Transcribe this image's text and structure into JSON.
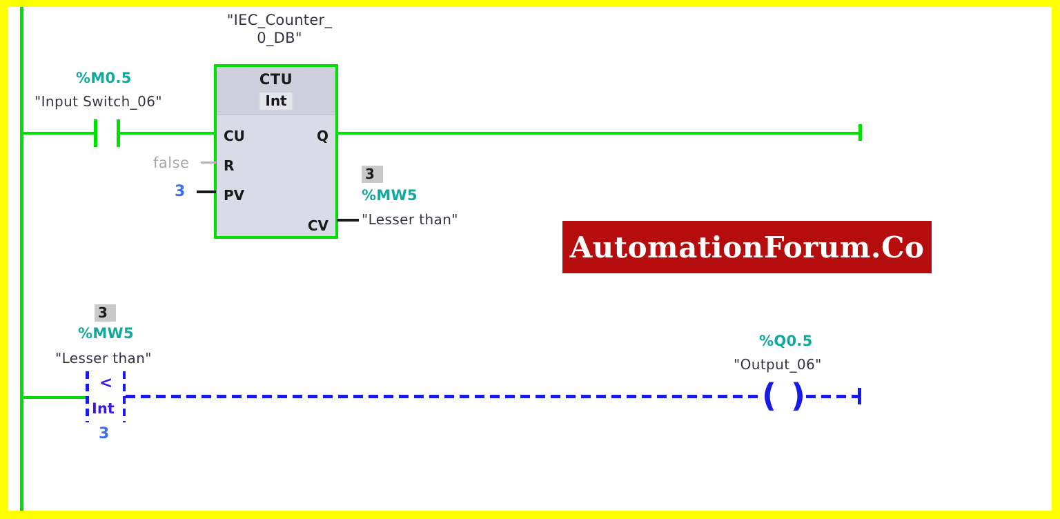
{
  "meta": {
    "title": "PLC Ladder Logic - CTU Counter with Compare",
    "frame_color": "#ffff00",
    "rail_color": "#00e000",
    "energized_color": "#00e000",
    "deenergized_color": "#1a1ae6",
    "address_color": "#13a89e",
    "watermark_color": "#b50d0d"
  },
  "watermark": {
    "text": "AutomationForum.Co"
  },
  "rung1": {
    "contact": {
      "address": "%M0.5",
      "symbol": "\"Input Switch_06\"",
      "type": "normally-open",
      "state": "energized"
    },
    "block": {
      "instance_name": "\"IEC_Counter_\n0_DB\"",
      "instance_line1": "\"IEC_Counter_",
      "instance_line2": "0_DB\"",
      "title": "CTU",
      "data_type": "Int",
      "inputs": [
        {
          "pin": "CU",
          "value": "",
          "wire": "green"
        },
        {
          "pin": "R",
          "value": "false",
          "wire": "gray"
        },
        {
          "pin": "PV",
          "value": "3",
          "wire": "black"
        }
      ],
      "outputs": [
        {
          "pin": "Q",
          "value": "",
          "wire": "green"
        },
        {
          "pin": "CV",
          "value": "",
          "wire": "black"
        }
      ]
    },
    "cv_output": {
      "monitor_value": "3",
      "address": "%MW5",
      "symbol": "\"Lesser than\""
    }
  },
  "rung2": {
    "compare": {
      "monitor_value": "3",
      "address": "%MW5",
      "symbol": "\"Lesser than\"",
      "operator": "<",
      "data_type": "Int",
      "compare_value": "3",
      "state": "deenergized"
    },
    "coil": {
      "address": "%Q0.5",
      "symbol": "\"Output_06\"",
      "open_paren": "(",
      "close_paren": ")",
      "state": "deenergized"
    }
  }
}
